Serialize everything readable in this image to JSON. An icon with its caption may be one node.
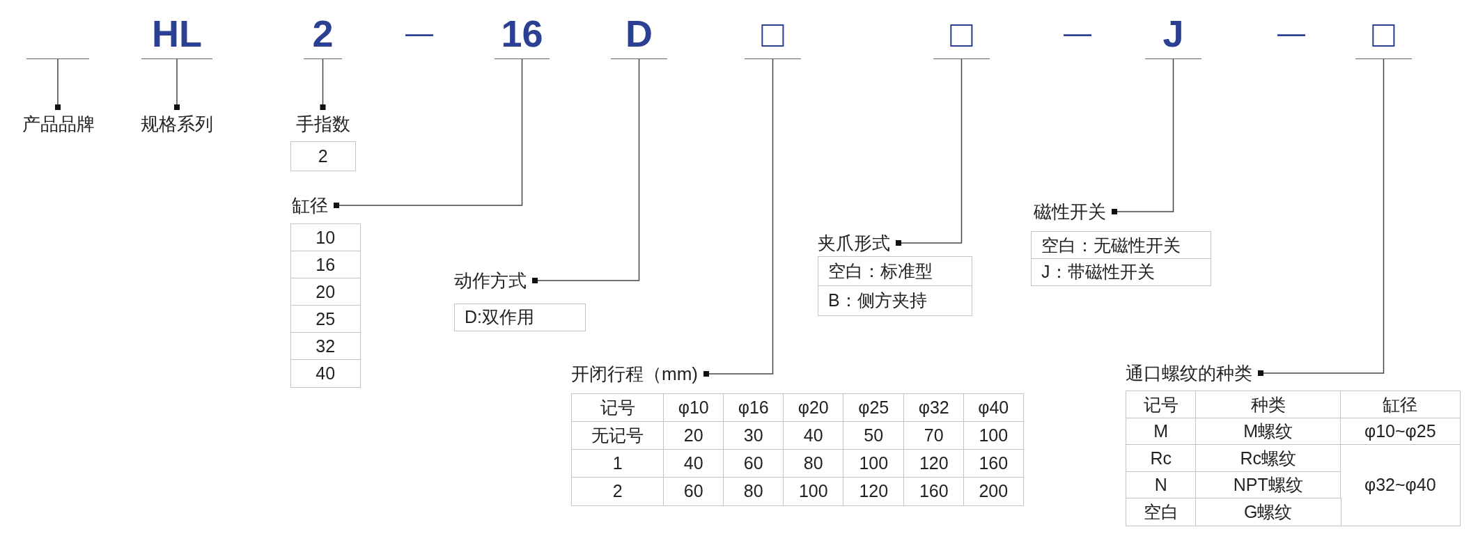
{
  "diagram": {
    "nodes": [
      {
        "text": [],
        "shape": "bar"
      },
      {
        "text": [
          "HL"
        ]
      },
      {
        "text": [
          "2"
        ]
      },
      {
        "text": [
          "16"
        ]
      },
      {
        "text": [
          "D"
        ]
      },
      {
        "text": [
          "□"
        ]
      },
      {
        "text": [
          "□"
        ]
      },
      {
        "text": [
          "J"
        ]
      },
      {
        "text": [
          "□"
        ]
      },
      {
        "text": [
          "产品品牌"
        ]
      },
      {
        "text": [
          "规格系列"
        ]
      },
      {
        "text": [
          "手指数"
        ]
      },
      {
        "text": [
          "缸径"
        ]
      },
      {
        "text": [
          "动作方式"
        ]
      },
      {
        "text": [
          "开闭行程（mm)"
        ]
      },
      {
        "text": [
          "夹爪形式"
        ]
      },
      {
        "text": [
          "磁性开关"
        ]
      },
      {
        "text": [
          "通口螺纹的种类"
        ]
      }
    ],
    "edges": [
      {
        "from": 0,
        "to": 9,
        "arrow": "other"
      },
      {
        "from": 1,
        "to": 10,
        "arrow": "other"
      },
      {
        "from": 2,
        "to": 11,
        "arrow": "other"
      },
      {
        "from": 3,
        "to": 12,
        "arrow": "other"
      },
      {
        "from": 4,
        "to": 13,
        "arrow": "other"
      },
      {
        "from": 5,
        "to": 14,
        "arrow": "other"
      },
      {
        "from": 6,
        "to": 15,
        "arrow": "other"
      },
      {
        "from": 7,
        "to": 16,
        "arrow": "other"
      },
      {
        "from": 8,
        "to": 17,
        "arrow": "other"
      }
    ],
    "labels": [
      "—",
      "—",
      "—",
      "2",
      "10",
      "16",
      "20",
      "25",
      "32",
      "40",
      "D:双作用",
      "空白：标准型",
      "B：侧方夹持",
      "空白：无磁性开关",
      "J：带磁性开关",
      "记号",
      "φ10",
      "φ16",
      "φ20",
      "φ25",
      "φ32",
      "φ40",
      "无记号",
      "20",
      "30",
      "40",
      "50",
      "70",
      "100",
      "1",
      "40",
      "60",
      "80",
      "100",
      "120",
      "160",
      "2",
      "60",
      "80",
      "100",
      "120",
      "160",
      "200",
      "记号",
      "种类",
      "缸径",
      "M",
      "M螺纹",
      "φ10~φ25",
      "Rc",
      "Rc螺纹",
      "N",
      "NPT螺纹",
      "φ32~φ40",
      "空白",
      "G螺纹"
    ]
  }
}
